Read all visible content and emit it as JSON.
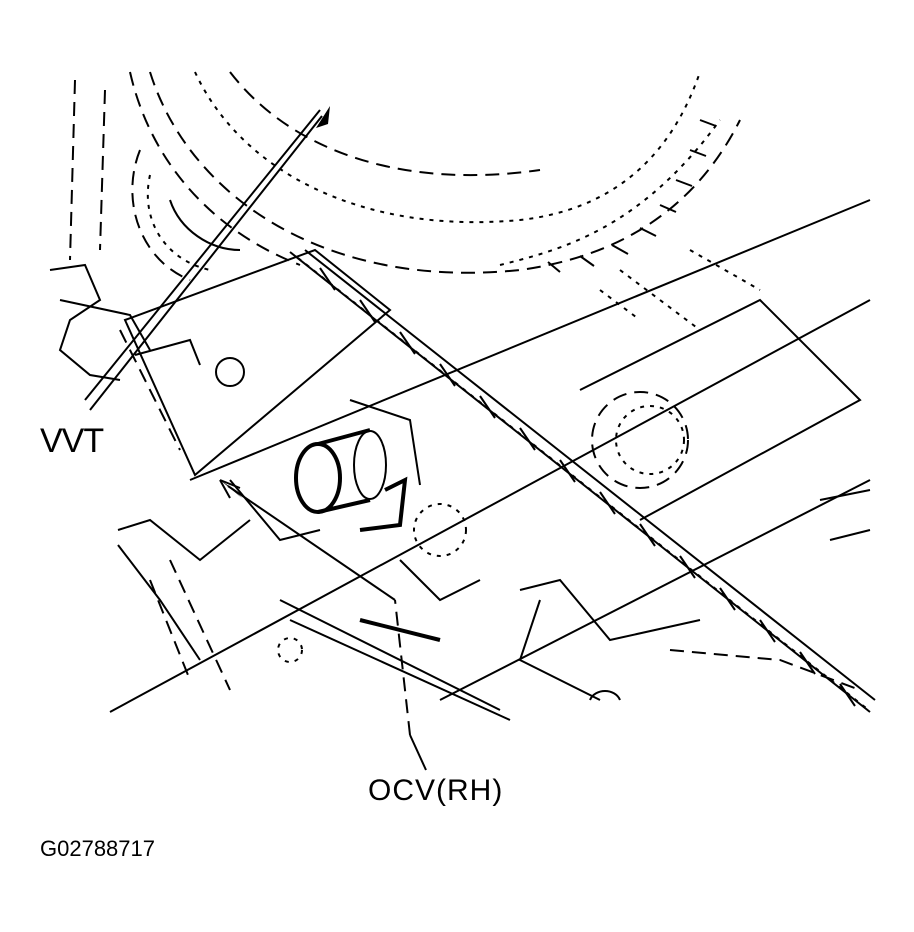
{
  "labels": {
    "vvt": "VVT",
    "ocv": "OCV(RH)",
    "figure_code": "G02788717"
  },
  "colors": {
    "ink": "#000000",
    "background": "#ffffff"
  }
}
